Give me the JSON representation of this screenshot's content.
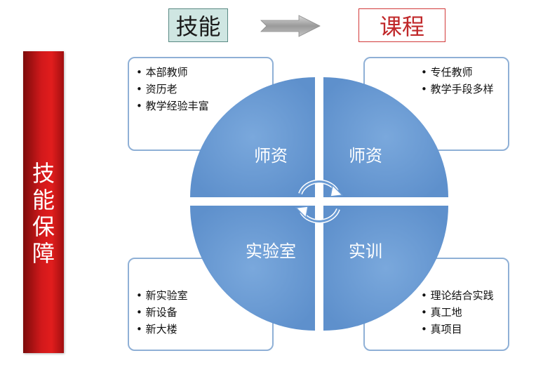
{
  "header": {
    "left_label": "技能",
    "right_label": "课程"
  },
  "sidebar": {
    "label": "技能保障"
  },
  "quadrants": {
    "top_left": {
      "label": "师资",
      "items": [
        "本部教师",
        "资历老",
        "教学经验丰富"
      ]
    },
    "top_right": {
      "label": "师资",
      "items": [
        "专任教师",
        "教学手段多样"
      ]
    },
    "bottom_left": {
      "label": "实验室",
      "items": [
        "新实验室",
        "新设备",
        "新大楼"
      ]
    },
    "bottom_right": {
      "label": "实训",
      "items": [
        "理论结合实践",
        "真工地",
        "真项目"
      ]
    }
  },
  "colors": {
    "circle_fill": "#6a9bd4",
    "box_border": "#8fb0d6",
    "side_bar": "#d2191b",
    "skill_box_fill": "#cfe6e2",
    "course_text": "#c0282a"
  },
  "icons": {
    "flow_arrow": "right-arrow-icon",
    "center_cycle": "cycle-arrows-icon"
  }
}
